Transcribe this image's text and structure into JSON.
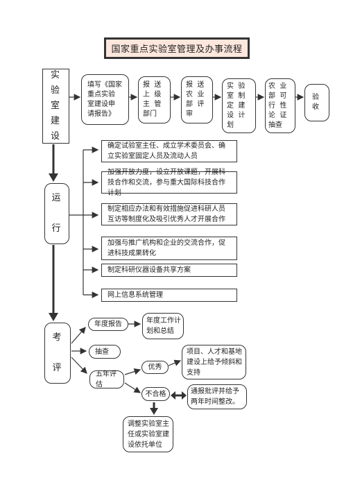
{
  "title": "国家重点实验室管理及办事流程",
  "stages": {
    "build": "实\n验\n室\n建\n设",
    "run": "运\n\n行",
    "eval": "考\n\n评"
  },
  "build_steps": [
    "填写《国家\n重点实验\n室建设申\n请报告》",
    "报  送\n上  级\n主  管\n部门",
    "报  送\n农  业\n部  评\n审",
    "实  验\n室  制\n定  建\n设  计\n划",
    "农  业\n部  可\n行  性\n论  证\n抽查",
    "验\n收"
  ],
  "run_tasks": [
    "确定试验室主任、成立学术委员会、确立实验室固定人员及流动人员",
    "加强开放力度，设立开放课题，开展科技合作和交流，参与重大国际科技合作计划",
    "制定相应办法和有效措施促进科研人员互访等制度化及吸引优秀人才开展合作",
    "加强与推广机构和企业的交流合作，促进科技成果转化",
    "制定科研仪器设备共享方案",
    "网上信息系统管理"
  ],
  "eval": {
    "annual": "年度报告",
    "annual_plan": "年度工作计\n划和总结",
    "spot_check": "抽查",
    "five_year": "五年评估",
    "excellent": "优秀",
    "excellent_result": "项目、人才和基地\n建设上给予倾斜和\n支持",
    "fail": "不合格",
    "fail_result": "通报批评并给予\n两年时间整改。",
    "adjust": "调整实验室主\n任或实验室建\n设依托单位"
  }
}
